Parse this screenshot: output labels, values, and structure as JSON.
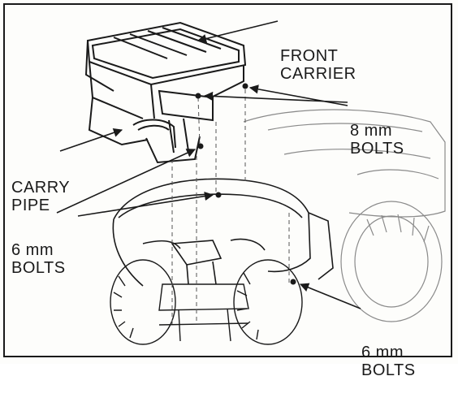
{
  "figure": {
    "labels": {
      "front_carrier": [
        "FRONT",
        "CARRIER"
      ],
      "bolts_8mm": [
        "8 mm",
        "BOLTS"
      ],
      "carry_pipe": [
        "CARRY",
        "PIPE"
      ],
      "bolts_6mm_left": [
        "6 mm",
        "BOLTS"
      ],
      "bolts_6mm_right": [
        "6 mm",
        "BOLTS"
      ]
    }
  }
}
